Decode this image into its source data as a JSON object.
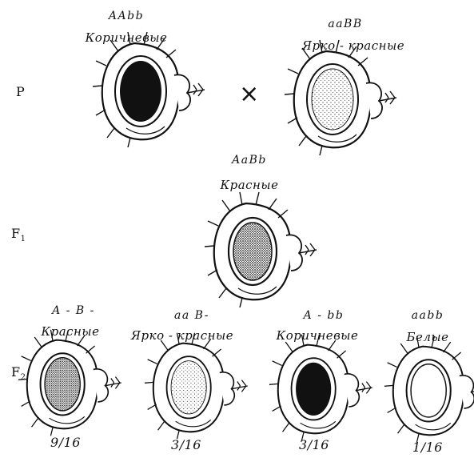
{
  "generations": {
    "p": "P",
    "f1": "F",
    "f1_sub": "1",
    "f2": "F",
    "f2_sub": "2"
  },
  "cross_symbol": "×",
  "parents": [
    {
      "genotype": "AAbb",
      "phenotype": "Коричневые",
      "eye": "dark"
    },
    {
      "genotype": "aaBB",
      "phenotype": "Ярко - красные",
      "eye": "bright"
    }
  ],
  "f1": {
    "genotype": "AaBb",
    "phenotype": "Красные",
    "eye": "red"
  },
  "f2": [
    {
      "genotype": "A - B -",
      "phenotype": "Красные",
      "ratio": "9/16",
      "eye": "red"
    },
    {
      "genotype": "aa B-",
      "phenotype": "Ярко - красные",
      "ratio": "3/16",
      "eye": "bright"
    },
    {
      "genotype": "A - bb",
      "phenotype": "Коричневые",
      "ratio": "3/16",
      "eye": "dark"
    },
    {
      "genotype": "aabb",
      "phenotype": "Белые",
      "ratio": "1/16",
      "eye": "white"
    }
  ]
}
